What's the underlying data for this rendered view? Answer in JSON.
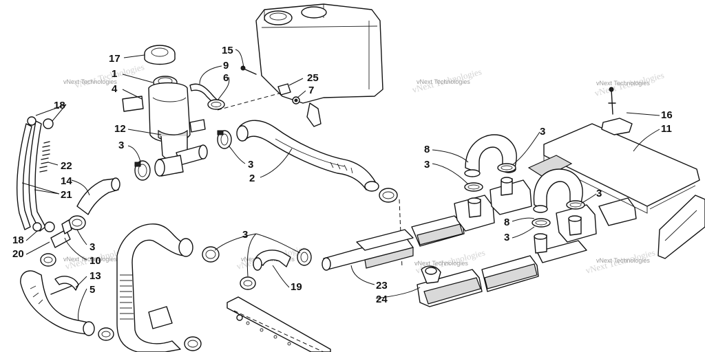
{
  "watermark": {
    "text": "vNext Technologies"
  },
  "callouts": [
    "17",
    "15",
    "9",
    "1",
    "25",
    "6",
    "4",
    "7",
    "18",
    "12",
    "3",
    "3",
    "22",
    "2",
    "14",
    "21",
    "18",
    "20",
    "3",
    "10",
    "13",
    "5",
    "19",
    "23",
    "24",
    "8",
    "3",
    "16",
    "11",
    "3",
    "3",
    "8",
    "3",
    "3"
  ]
}
